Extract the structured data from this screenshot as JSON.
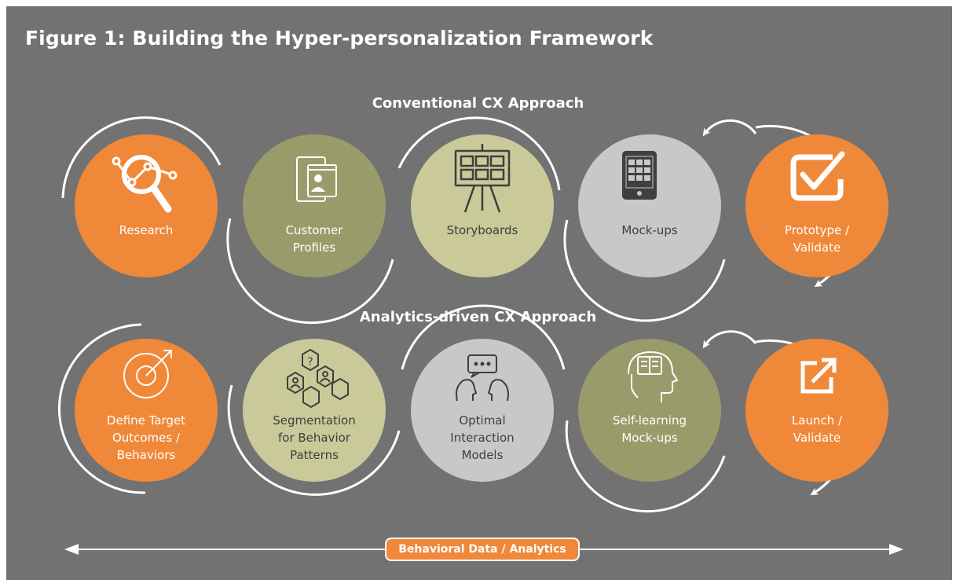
{
  "title": "Figure 1: Building the Hyper-personalization Framework",
  "colors": {
    "background": "#727272",
    "orange": "#f0883a",
    "olive": "#9a9b6b",
    "sage": "#c9c99a",
    "light_gray": "#c8c8c8",
    "line": "#ffffff"
  },
  "conventional": {
    "label": "Conventional CX Approach",
    "steps": [
      {
        "lines": [
          "Research"
        ],
        "icon": "magnifier-analytics-icon",
        "color": "orange"
      },
      {
        "lines": [
          "Customer",
          "Profiles"
        ],
        "icon": "tablet-profile-icon",
        "color": "olive"
      },
      {
        "lines": [
          "Storyboards"
        ],
        "icon": "easel-storyboard-icon",
        "color": "sage"
      },
      {
        "lines": [
          "Mock-ups"
        ],
        "icon": "smartphone-apps-icon",
        "color": "light_gray"
      },
      {
        "lines": [
          "Prototype /",
          "Validate"
        ],
        "icon": "checkbox-icon",
        "color": "orange"
      }
    ]
  },
  "analytics": {
    "label": "Analytics-driven CX Approach",
    "steps": [
      {
        "lines": [
          "Define Target",
          "Outcomes /",
          "Behaviors"
        ],
        "icon": "target-arrow-icon",
        "color": "orange"
      },
      {
        "lines": [
          "Segmentation",
          "for Behavior",
          "Patterns"
        ],
        "icon": "hexagon-people-icon",
        "color": "sage"
      },
      {
        "lines": [
          "Optimal",
          "Interaction",
          "Models"
        ],
        "icon": "conversation-heads-icon",
        "color": "light_gray"
      },
      {
        "lines": [
          "Self-learning",
          "Mock-ups"
        ],
        "icon": "head-book-icon",
        "color": "olive"
      },
      {
        "lines": [
          "Launch /",
          "Validate"
        ],
        "icon": "external-link-icon",
        "color": "orange"
      }
    ]
  },
  "bottom_bar": {
    "label": "Behavioral Data / Analytics"
  }
}
